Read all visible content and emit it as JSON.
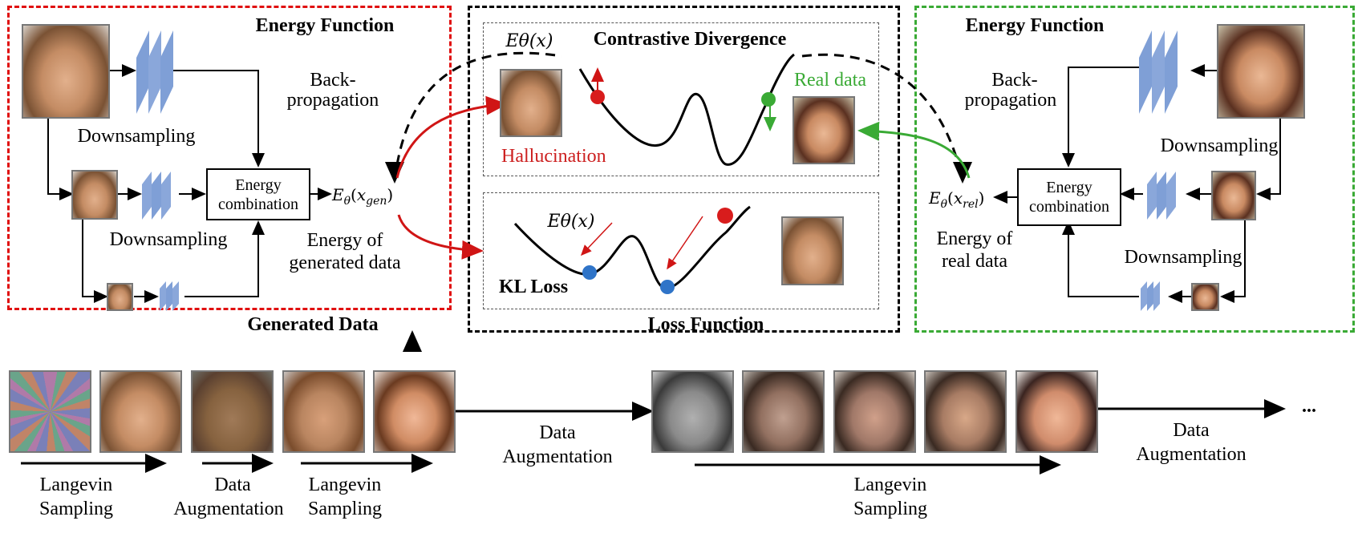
{
  "colors": {
    "left_panel_border": "#e01010",
    "center_panel_border": "#000000",
    "right_panel_border": "#3aaa35",
    "layer_blocks": "#7f9fd6",
    "hallucination_text": "#cc1f1f",
    "real_data_text": "#3aaa35",
    "low_energy_points": "#2f74c8",
    "high_energy_points": "#d81c1c"
  },
  "left_panel": {
    "title": "Energy Function",
    "downsampling_1": "Downsampling",
    "downsampling_2": "Downsampling",
    "energy_combination_line1": "Energy",
    "energy_combination_line2": "combination",
    "output_symbol": "Eθ(xgen)",
    "output_base": "E",
    "output_sub_theta": "θ",
    "output_arg": "x",
    "output_arg_sub": "gen",
    "backprop_line1": "Back-",
    "backprop_line2": "propagation",
    "energy_of_line1": "Energy of",
    "energy_of_line2": "generated data"
  },
  "center_panel": {
    "cd_title": "Contrastive Divergence",
    "cd_energy_label": "Eθ(x)",
    "hallucination_label": "Hallucination",
    "real_data_label": "Real data",
    "kl_energy_label": "Eθ(x)",
    "kl_title": "KL Loss"
  },
  "right_panel": {
    "title": "Energy Function",
    "downsampling_1": "Downsampling",
    "downsampling_2": "Downsampling",
    "energy_combination_line1": "Energy",
    "energy_combination_line2": "combination",
    "output_base": "E",
    "output_sub_theta": "θ",
    "output_arg": "x",
    "output_arg_sub": "rel",
    "backprop_line1": "Back-",
    "backprop_line2": "propagation",
    "energy_of_line1": "Energy of",
    "energy_of_line2": "real data"
  },
  "bottom": {
    "generated_data_title": "Generated Data",
    "loss_function_title": "Loss Function",
    "step1_line1": "Langevin",
    "step1_line2": "Sampling",
    "step2_line1": "Data",
    "step2_line2": "Augmentation",
    "step3_line1": "Langevin",
    "step3_line2": "Sampling",
    "mid_aug_line1": "Data",
    "mid_aug_line2": "Augmentation",
    "step4_line1": "Langevin",
    "step4_line2": "Sampling",
    "end_aug_line1": "Data",
    "end_aug_line2": "Augmentation",
    "ellipsis": "..."
  }
}
